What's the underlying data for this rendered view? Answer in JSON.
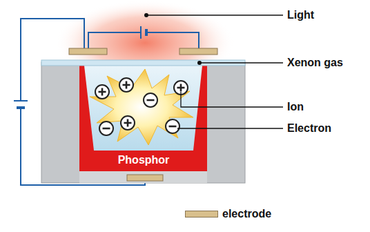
{
  "diagram": {
    "labels": [
      "Light",
      "Xenon gas",
      "Ion",
      "Electron",
      "Phosphor"
    ],
    "legend": [
      {
        "text": "electrode",
        "color": "#d8bf8c"
      }
    ]
  }
}
